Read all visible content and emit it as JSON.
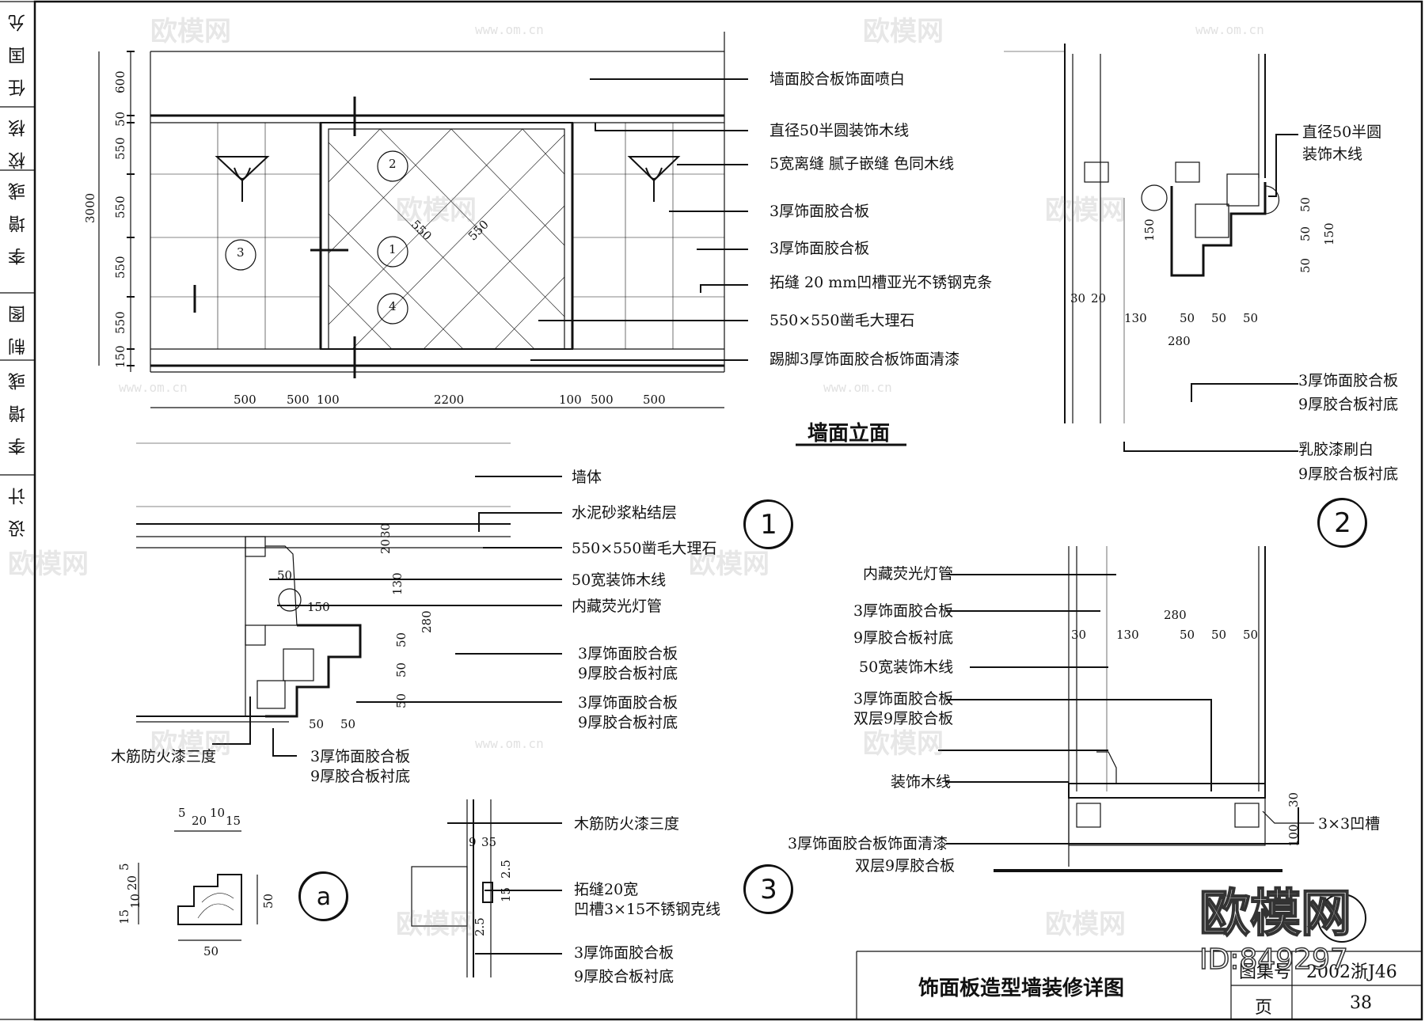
{
  "side_strip": {
    "rows": [
      "设 计",
      "李 增 彧",
      "制 图",
      "李 增 彧",
      "校 核",
      "任 国 允"
    ]
  },
  "elevation": {
    "title": "墙面立面",
    "notes": [
      "墙面胶合板饰面喷白",
      "直径50半圆装饰木线",
      "5宽离缝  腻子嵌缝  色同木线",
      "3厚饰面胶合板",
      "3厚饰面胶合板",
      "拓缝 20 mm凹槽亚光不锈钢克条",
      "550×550凿毛大理石",
      "踢脚3厚饰面胶合板饰面清漆"
    ],
    "height_dims": [
      "600",
      "50",
      "550",
      "550",
      "550",
      "550",
      "150"
    ],
    "total_height": "3000",
    "width_dims": [
      "500",
      "500",
      "100",
      "2200",
      "100",
      "500",
      "500"
    ],
    "tile_dims": [
      "550",
      "550"
    ],
    "section_marks": [
      "2",
      "1",
      "3",
      "4"
    ]
  },
  "detail1": {
    "number": "1",
    "notes": [
      "墙体",
      "水泥砂浆粘结层",
      "550×550凿毛大理石",
      "50宽装饰木线",
      "内藏荧光灯管",
      "3厚饰面胶合板",
      "9厚胶合板衬底",
      "3厚饰面胶合板",
      "9厚胶合板衬底",
      "木筋防火漆三度",
      "3厚饰面胶合板",
      "9厚胶合板衬底"
    ],
    "dims": [
      "20",
      "30",
      "130",
      "280",
      "50",
      "50",
      "50",
      "50",
      "50",
      "50",
      "150"
    ]
  },
  "detail2": {
    "number": "2",
    "notes": [
      "直径50半圆",
      "装饰木线",
      "3厚饰面胶合板",
      "9厚胶合板衬底",
      "乳胶漆刷白",
      "9厚胶合板衬底"
    ],
    "dims": [
      "30",
      "20",
      "130",
      "50",
      "50",
      "50",
      "280",
      "50",
      "50",
      "50",
      "150",
      "150"
    ]
  },
  "detail3": {
    "number": "3",
    "notes": [
      "木筋防火漆三度",
      "拓缝20宽",
      "凹槽3×15不锈钢克线",
      "3厚饰面胶合板",
      "9厚胶合板衬底"
    ],
    "dims": [
      "9",
      "35",
      "2.5",
      "15",
      "2.5"
    ]
  },
  "detail4": {
    "notes": [
      "内藏荧光灯管",
      "3厚饰面胶合板",
      "9厚胶合板衬底",
      "50宽装饰木线",
      "3厚饰面胶合板",
      "双层9厚胶合板",
      "装饰木线",
      "3厚饰面胶合板饰面清漆",
      "双层9厚胶合板",
      "3×3凹槽"
    ],
    "dims": [
      "280",
      "30",
      "130",
      "50",
      "50",
      "50",
      "30",
      "100"
    ]
  },
  "detail_a": {
    "letter": "a",
    "dims_top": [
      "5",
      "20",
      "10",
      "15"
    ],
    "dims_left": [
      "5",
      "20",
      "15",
      "10"
    ],
    "dim_height": "50",
    "dim_width": "50"
  },
  "title_block": {
    "drawing_title": "饰面板造型墙装修详图",
    "atlas_label": "图集号",
    "atlas_no": "2002浙J46",
    "page_label": "页",
    "page_no": "38"
  },
  "watermark": {
    "brand": "欧模网",
    "url": "www.om.cn",
    "logo": "欧模网",
    "id": "ID:849297"
  }
}
